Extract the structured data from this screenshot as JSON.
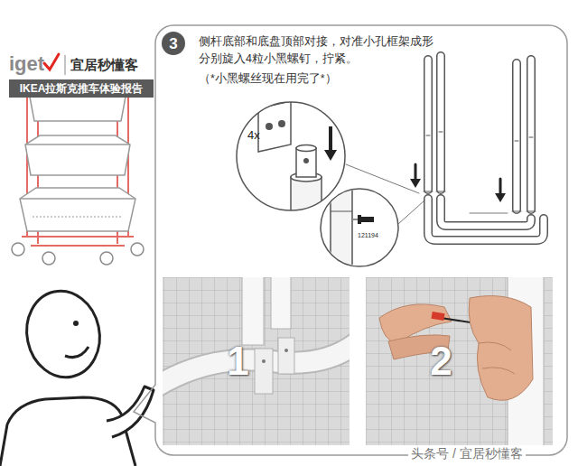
{
  "diagram": {
    "nodes": [
      {
        "text": [
          "IKEA拉斯克推车体验报告"
        ]
      },
      {
        "text": [
          "侧杆底部和底盘顶部对接，对准小孔框架成形分别旋入4粒小黑螺钉，拧紧。",
          "（*小黑螺丝现在用完了*）"
        ]
      },
      {
        "text": [
          "3"
        ],
        "in": 1
      },
      {
        "text": [
          "4x"
        ],
        "in": 1
      },
      {
        "text": [
          "121194"
        ],
        "in": 1
      },
      {
        "text": [
          "1"
        ],
        "in": 1
      },
      {
        "text": [
          "2"
        ],
        "in": 1
      }
    ],
    "labels": [
      "iget",
      "宜居秒懂客",
      "头条号 / 宜居秒懂客"
    ]
  }
}
